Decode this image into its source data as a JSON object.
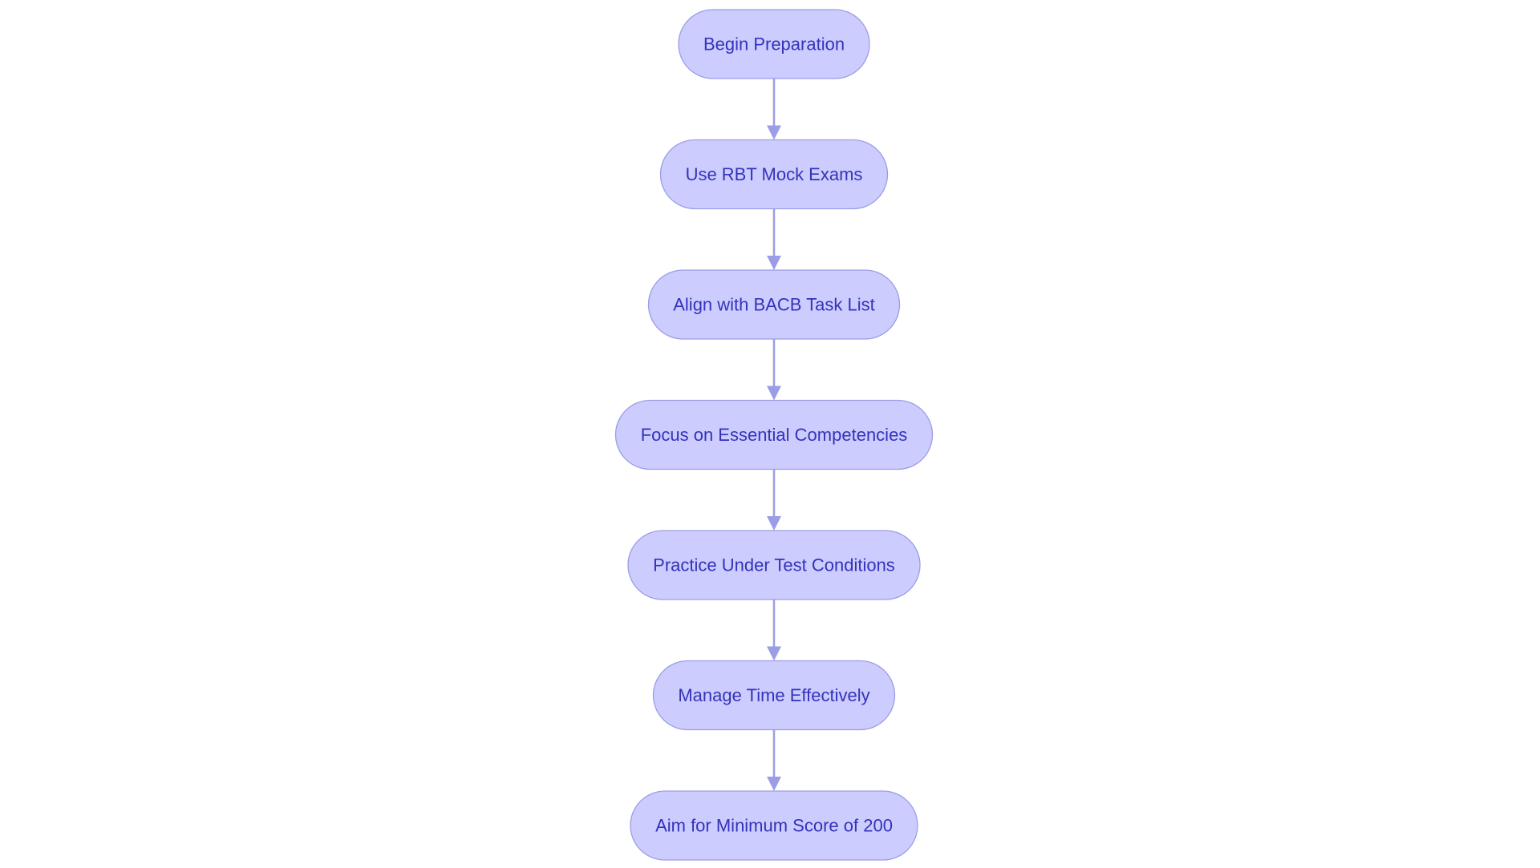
{
  "diagram": {
    "type": "flowchart",
    "direction": "top-to-bottom",
    "colors": {
      "node_fill": "#ccccff",
      "node_border": "#9b9de6",
      "node_text": "#3333bb",
      "edge": "#9b9de6",
      "background": "#ffffff"
    },
    "nodes": [
      {
        "id": "begin",
        "label": "Begin Preparation"
      },
      {
        "id": "mock",
        "label": "Use RBT Mock Exams"
      },
      {
        "id": "align",
        "label": "Align with BACB Task List"
      },
      {
        "id": "focus",
        "label": "Focus on Essential Competencies"
      },
      {
        "id": "practice",
        "label": "Practice Under Test Conditions"
      },
      {
        "id": "time",
        "label": "Manage Time Effectively"
      },
      {
        "id": "score",
        "label": "Aim for Minimum Score of 200"
      }
    ],
    "edges": [
      {
        "from": "begin",
        "to": "mock"
      },
      {
        "from": "mock",
        "to": "align"
      },
      {
        "from": "align",
        "to": "focus"
      },
      {
        "from": "focus",
        "to": "practice"
      },
      {
        "from": "practice",
        "to": "time"
      },
      {
        "from": "time",
        "to": "score"
      }
    ]
  }
}
